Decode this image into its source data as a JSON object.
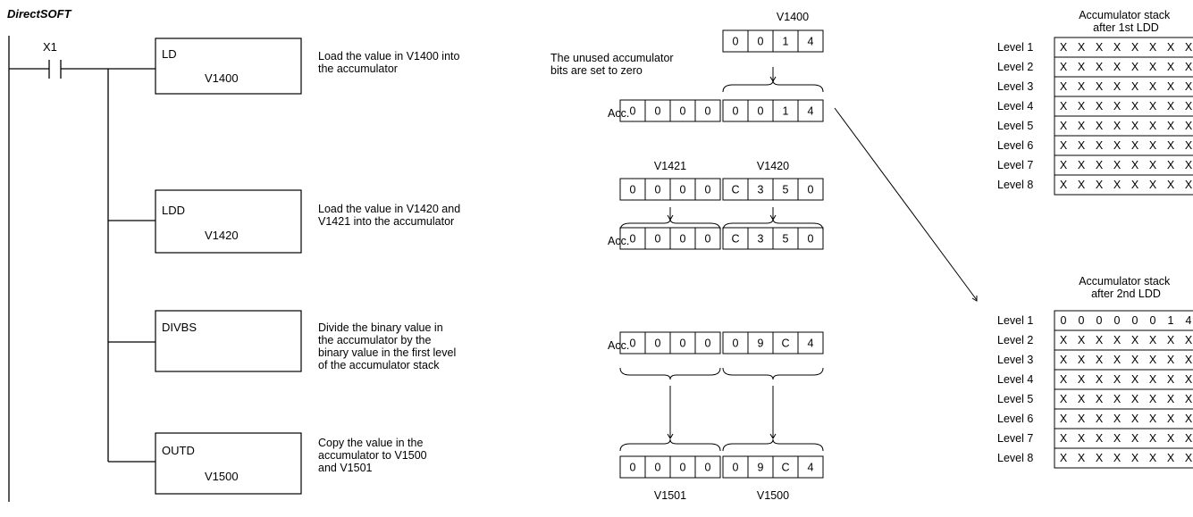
{
  "title": "DirectSOFT",
  "ladder": {
    "contact": "X1",
    "boxes": [
      {
        "op": "LD",
        "operand": "V1400",
        "desc": [
          "Load the value in V1400 into",
          "the accumulator"
        ]
      },
      {
        "op": "LDD",
        "operand": "V1420",
        "desc": [
          "Load the value in V1420 and",
          "V1421 into the accumulator"
        ]
      },
      {
        "op": "DIVBS",
        "operand": "",
        "desc": [
          "Divide the binary value in",
          "the accumulator by the",
          "binary value in the first level",
          "of the accumulator stack"
        ]
      },
      {
        "op": "OUTD",
        "operand": "V1500",
        "desc": [
          "Copy the value in the",
          "accumulator to V1500",
          "and V1501"
        ]
      }
    ]
  },
  "accumulator": {
    "acc_label": "Acc.",
    "note": [
      "The unused accumulator",
      "bits are set to zero"
    ],
    "ld": {
      "v_label": "V1400",
      "v_digits": [
        "0",
        "0",
        "1",
        "4"
      ],
      "acc_upper": [
        "0",
        "0",
        "0",
        "0"
      ],
      "acc_lower": [
        "0",
        "0",
        "1",
        "4"
      ]
    },
    "ldd": {
      "upper_label": "V1421",
      "lower_label": "V1420",
      "upper_digits": [
        "0",
        "0",
        "0",
        "0"
      ],
      "lower_digits": [
        "C",
        "3",
        "5",
        "0"
      ],
      "acc_upper": [
        "0",
        "0",
        "0",
        "0"
      ],
      "acc_lower": [
        "C",
        "3",
        "5",
        "0"
      ]
    },
    "divbs": {
      "acc_upper": [
        "0",
        "0",
        "0",
        "0"
      ],
      "acc_lower": [
        "0",
        "9",
        "C",
        "4"
      ]
    },
    "outd": {
      "upper_digits": [
        "0",
        "0",
        "0",
        "0"
      ],
      "lower_digits": [
        "0",
        "9",
        "C",
        "4"
      ],
      "upper_label": "V1501",
      "lower_label": "V1500"
    }
  },
  "stacks": [
    {
      "title": [
        "Accumulator stack",
        "after 1st LDD"
      ],
      "rows": [
        {
          "label": "Level 1",
          "cells": [
            "X",
            "X",
            "X",
            "X",
            "X",
            "X",
            "X",
            "X"
          ]
        },
        {
          "label": "Level 2",
          "cells": [
            "X",
            "X",
            "X",
            "X",
            "X",
            "X",
            "X",
            "X"
          ]
        },
        {
          "label": "Level 3",
          "cells": [
            "X",
            "X",
            "X",
            "X",
            "X",
            "X",
            "X",
            "X"
          ]
        },
        {
          "label": "Level 4",
          "cells": [
            "X",
            "X",
            "X",
            "X",
            "X",
            "X",
            "X",
            "X"
          ]
        },
        {
          "label": "Level 5",
          "cells": [
            "X",
            "X",
            "X",
            "X",
            "X",
            "X",
            "X",
            "X"
          ]
        },
        {
          "label": "Level 6",
          "cells": [
            "X",
            "X",
            "X",
            "X",
            "X",
            "X",
            "X",
            "X"
          ]
        },
        {
          "label": "Level 7",
          "cells": [
            "X",
            "X",
            "X",
            "X",
            "X",
            "X",
            "X",
            "X"
          ]
        },
        {
          "label": "Level 8",
          "cells": [
            "X",
            "X",
            "X",
            "X",
            "X",
            "X",
            "X",
            "X"
          ]
        }
      ]
    },
    {
      "title": [
        "Accumulator stack",
        "after 2nd LDD"
      ],
      "rows": [
        {
          "label": "Level 1",
          "cells": [
            "0",
            "0",
            "0",
            "0",
            "0",
            "0",
            "1",
            "4"
          ]
        },
        {
          "label": "Level 2",
          "cells": [
            "X",
            "X",
            "X",
            "X",
            "X",
            "X",
            "X",
            "X"
          ]
        },
        {
          "label": "Level 3",
          "cells": [
            "X",
            "X",
            "X",
            "X",
            "X",
            "X",
            "X",
            "X"
          ]
        },
        {
          "label": "Level 4",
          "cells": [
            "X",
            "X",
            "X",
            "X",
            "X",
            "X",
            "X",
            "X"
          ]
        },
        {
          "label": "Level 5",
          "cells": [
            "X",
            "X",
            "X",
            "X",
            "X",
            "X",
            "X",
            "X"
          ]
        },
        {
          "label": "Level 6",
          "cells": [
            "X",
            "X",
            "X",
            "X",
            "X",
            "X",
            "X",
            "X"
          ]
        },
        {
          "label": "Level 7",
          "cells": [
            "X",
            "X",
            "X",
            "X",
            "X",
            "X",
            "X",
            "X"
          ]
        },
        {
          "label": "Level 8",
          "cells": [
            "X",
            "X",
            "X",
            "X",
            "X",
            "X",
            "X",
            "X"
          ]
        }
      ]
    }
  ]
}
